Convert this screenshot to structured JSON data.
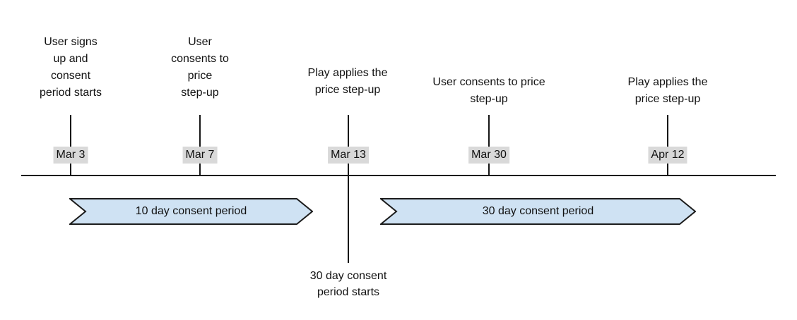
{
  "timeline": {
    "events": [
      {
        "date": "Mar 3",
        "description": "User signs\nup and\nconsent\nperiod starts"
      },
      {
        "date": "Mar 7",
        "description": "User\nconsents to\nprice\nstep-up"
      },
      {
        "date": "Mar 13",
        "description": "Play applies the\nprice step-up"
      },
      {
        "date": "Mar 30",
        "description": "User consents to price\nstep-up"
      },
      {
        "date": "Apr 12",
        "description": "Play applies the\nprice step-up"
      }
    ],
    "periods": [
      {
        "label": "10 day consent period"
      },
      {
        "label": "30 day consent period"
      }
    ],
    "annotation": "30 day consent\nperiod starts"
  },
  "colors": {
    "period_fill": "#cfe2f3",
    "period_stroke": "#1c1c1c",
    "date_label_bg": "#d9d9d9",
    "line": "#161616",
    "background": "#ffffff"
  }
}
